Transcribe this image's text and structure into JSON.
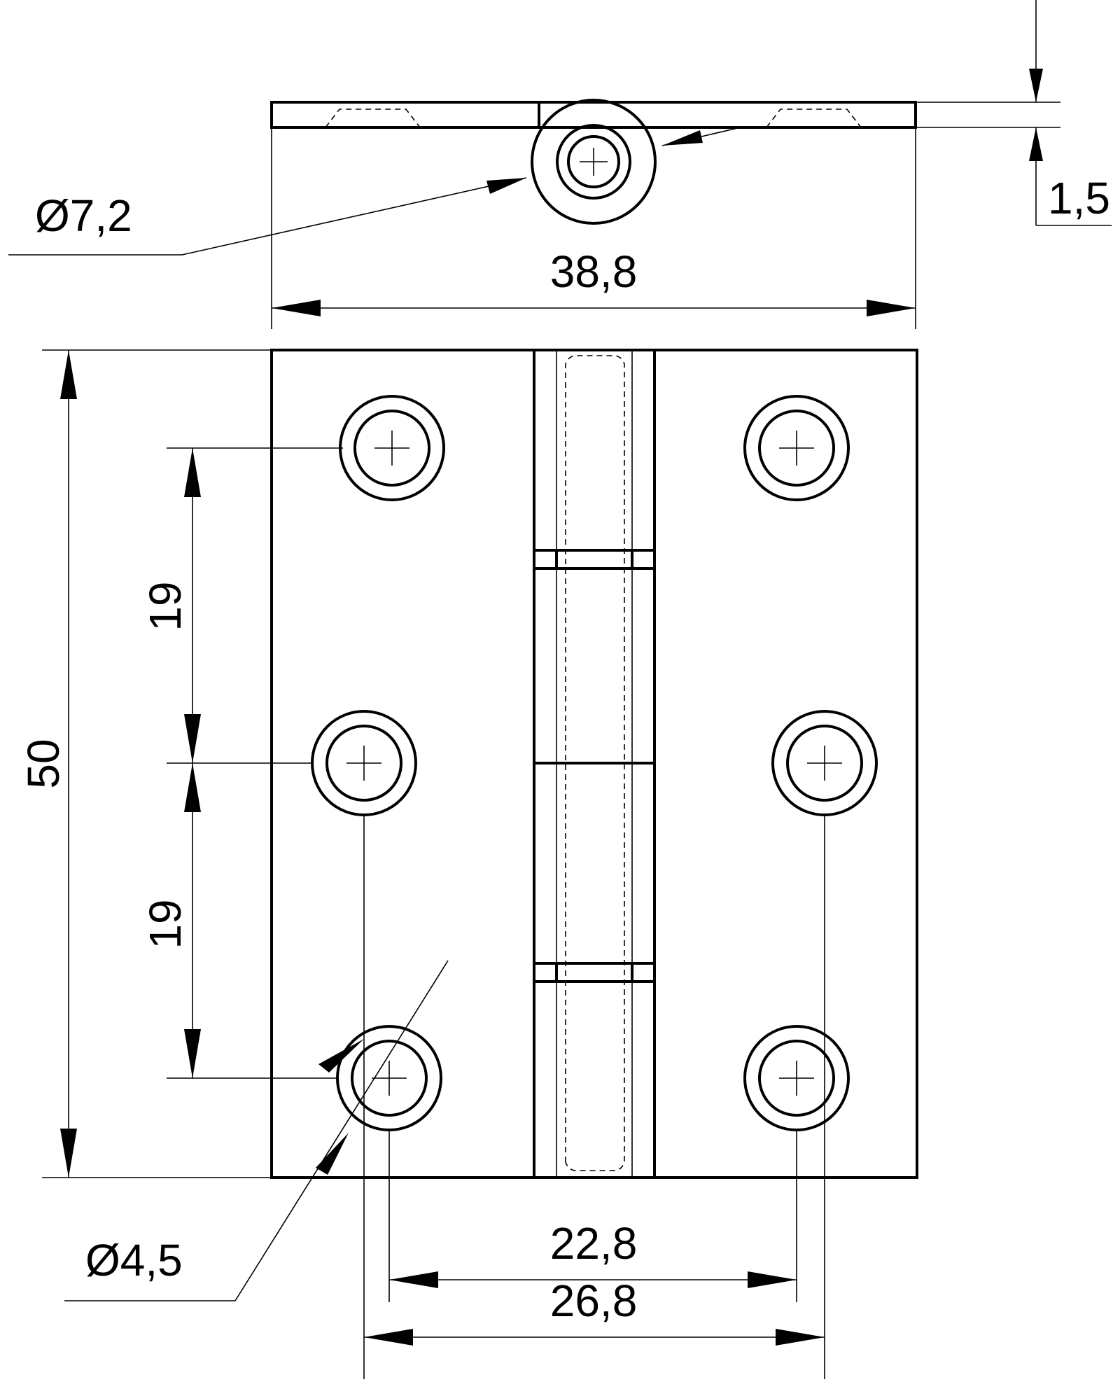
{
  "dimensions": {
    "pin_diameter": "Ø7,2",
    "leaf_thickness": "1,5",
    "open_width_top": "38,8",
    "height": "50",
    "hole_pitch_upper": "19",
    "hole_pitch_lower": "19",
    "hole_diameter": "Ø4,5",
    "inner_hole_spacing": "22,8",
    "outer_hole_spacing": "26,8"
  }
}
